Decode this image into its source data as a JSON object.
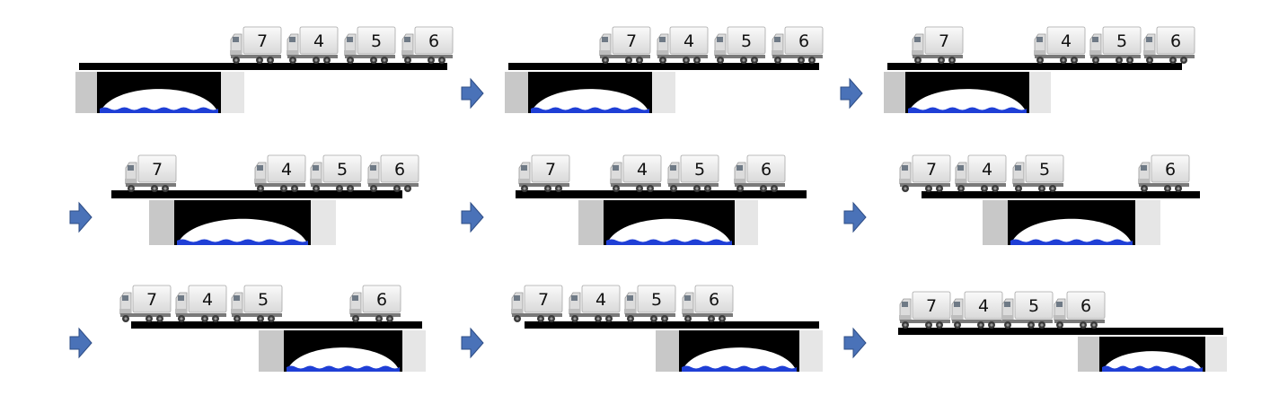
{
  "colors": {
    "deck": "#000000",
    "pier_light": "#e6e6e6",
    "pier_dark": "#c8c8c8",
    "arch_white": "#ffffff",
    "water": "#1f3fd6",
    "arrow_fill": "#4a72b8",
    "arrow_stroke": "#2e4d86",
    "truck_cargo": "#f0f0f0",
    "truck_cab": "#dcdcdc",
    "truck_wheel": "#3a3a3a",
    "truck_number": "#111111"
  },
  "icons": {
    "arrow": "right-arrow-icon",
    "truck": "truck-icon",
    "bridge": "bridge-icon"
  },
  "panels": [
    {
      "step": 1,
      "trucks": [
        {
          "label": "7",
          "pos": "far-right-1"
        },
        {
          "label": "4",
          "pos": "far-right-2"
        },
        {
          "label": "5",
          "pos": "far-right-3"
        },
        {
          "label": "6",
          "pos": "far-right-4"
        }
      ]
    },
    {
      "step": 2,
      "trucks": [
        {
          "label": "7"
        },
        {
          "label": "4"
        },
        {
          "label": "5"
        },
        {
          "label": "6"
        }
      ]
    },
    {
      "step": 3,
      "trucks": [
        {
          "label": "7"
        },
        {
          "label": "4"
        },
        {
          "label": "5"
        },
        {
          "label": "6"
        }
      ]
    },
    {
      "step": 4,
      "trucks": [
        {
          "label": "7"
        },
        {
          "label": "4"
        },
        {
          "label": "5"
        },
        {
          "label": "6"
        }
      ]
    },
    {
      "step": 5,
      "trucks": [
        {
          "label": "7"
        },
        {
          "label": "4"
        },
        {
          "label": "5"
        },
        {
          "label": "6"
        }
      ]
    },
    {
      "step": 6,
      "trucks": [
        {
          "label": "7"
        },
        {
          "label": "4"
        },
        {
          "label": "5"
        },
        {
          "label": "6"
        }
      ]
    },
    {
      "step": 7,
      "trucks": [
        {
          "label": "7"
        },
        {
          "label": "4"
        },
        {
          "label": "5"
        },
        {
          "label": "6"
        }
      ]
    },
    {
      "step": 8,
      "trucks": [
        {
          "label": "7"
        },
        {
          "label": "4"
        },
        {
          "label": "5"
        },
        {
          "label": "6"
        }
      ]
    },
    {
      "step": 9,
      "trucks": [
        {
          "label": "7"
        },
        {
          "label": "4"
        },
        {
          "label": "5"
        },
        {
          "label": "6"
        }
      ]
    }
  ]
}
